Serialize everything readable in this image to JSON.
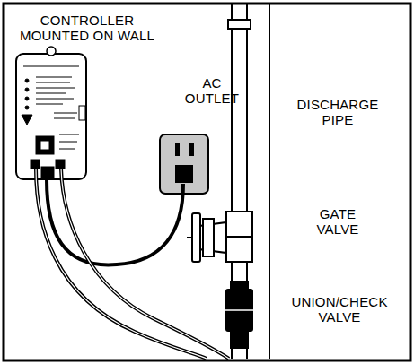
{
  "diagram": {
    "labels": [
      "CONTROLLER MOUNTED ON WALL",
      "AC OUTLET",
      "DISCHARGE PIPE",
      "GATE VALVE",
      "UNION/CHECK VALVE"
    ]
  }
}
